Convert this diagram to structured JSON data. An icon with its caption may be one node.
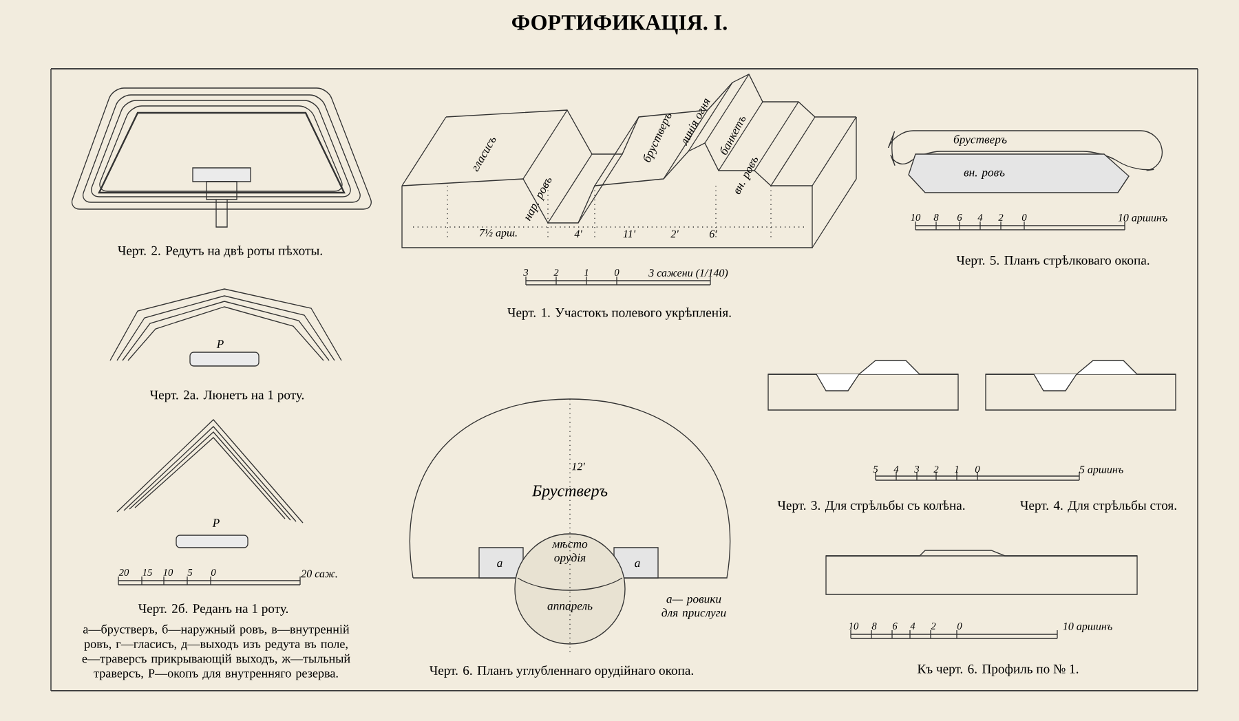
{
  "diagram": {
    "title": "ФОРТИФИКАЦІЯ. I.",
    "labels": [
      "Черт. 2. Редутъ на двѣ роты пѣхоты.",
      "гласисъ",
      "нар. ровъ",
      "брустверъ",
      "линія огня",
      "банкетъ",
      "вн. ровъ",
      "7½ арш.",
      "4'",
      "11'",
      "2'",
      "6'",
      "3",
      "2",
      "1",
      "0",
      "3 сажени (1/140)",
      "Черт. 1. Участокъ полевого укрѣпленія.",
      "брустверъ",
      "вн. ровъ",
      "10",
      "8",
      "6",
      "4",
      "2",
      "0",
      "10 аршинъ",
      "Черт. 5. Планъ стрѣлковаго окопа.",
      "Р",
      "Черт. 2а. Люнетъ на 1 роту.",
      "Р",
      "20",
      "15",
      "10",
      "5",
      "0",
      "20 саж.",
      "Черт. 2б. Реданъ на 1 роту.",
      "а—брустверъ, б—наружный ровъ, в—внутренній ровъ, г—гласисъ, д—выходъ изъ редута въ поле, е—траверсъ прикрывающій выходъ, ж—тыльный траверсъ, Р—окопъ для внутренняго резерва.",
      "12'",
      "Брустверъ",
      "мѣсто орудія",
      "аппарель",
      "а",
      "а",
      "а— ровики для прислуги",
      "Черт. 6. Планъ углубленнаго орудійнаго окопа.",
      "5",
      "4",
      "3",
      "2",
      "1",
      "0",
      "5 аршинъ",
      "Черт. 3. Для стрѣльбы съ колѣна.",
      "Черт. 4. Для стрѣльбы стоя.",
      "10",
      "8",
      "6",
      "4",
      "2",
      "0",
      "10 аршинъ",
      "Къ черт. 6. Профиль по № 1."
    ]
  }
}
